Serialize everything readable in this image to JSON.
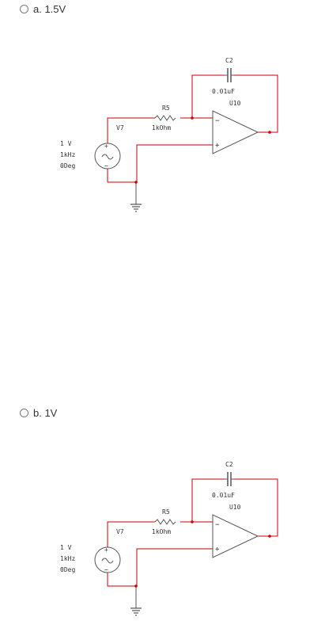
{
  "options": [
    {
      "label": "a. 1.5V"
    },
    {
      "label": "b. 1V"
    }
  ],
  "circuit": {
    "capacitor_ref": "C2",
    "capacitor_value": "0.01uF",
    "opamp_ref": "U10",
    "resistor_ref": "R5",
    "resistor_value": "1kOhm",
    "source_ref": "V7",
    "source_amplitude": "1 V",
    "source_frequency": "1kHz",
    "source_phase": "0Deg",
    "plus_sign": "+",
    "minus_sign": "−",
    "src_plus": "+",
    "src_minus": "−"
  },
  "colors": {
    "wire": "#cc0000",
    "node": "#cc0000",
    "component": "#555555"
  }
}
